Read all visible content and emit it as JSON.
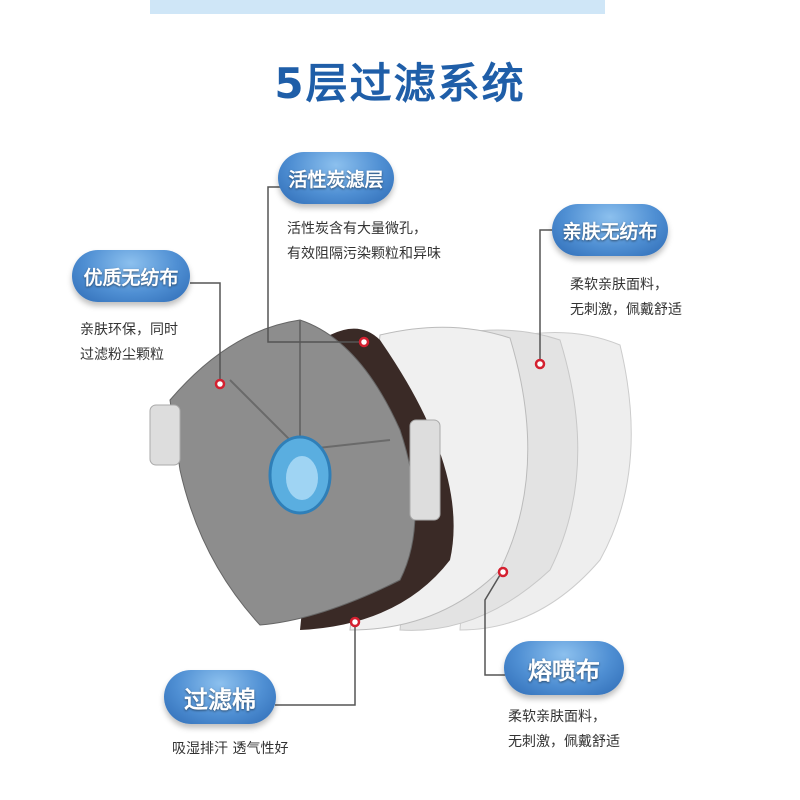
{
  "title": "5层过滤系统",
  "layers": [
    {
      "label": "活性炭滤层",
      "desc": [
        "活性炭含有大量微孔，",
        "有效阻隔污染颗粒和异味"
      ]
    },
    {
      "label": "亲肤无纺布",
      "desc": [
        "柔软亲肤面料，",
        "无刺激，佩戴舒适"
      ]
    },
    {
      "label": "优质无纺布",
      "desc": [
        "亲肤环保，同时",
        "过滤粉尘颗粒"
      ]
    },
    {
      "label": "过滤棉",
      "desc": [
        "吸湿排汗 透气性好"
      ]
    },
    {
      "label": "熔喷布",
      "desc": [
        "柔软亲肤面料，",
        "无刺激，佩戴舒适"
      ]
    }
  ],
  "colors": {
    "title": "#1f5ea8",
    "pill": "#4f8fd3",
    "marker": "#d42030"
  }
}
